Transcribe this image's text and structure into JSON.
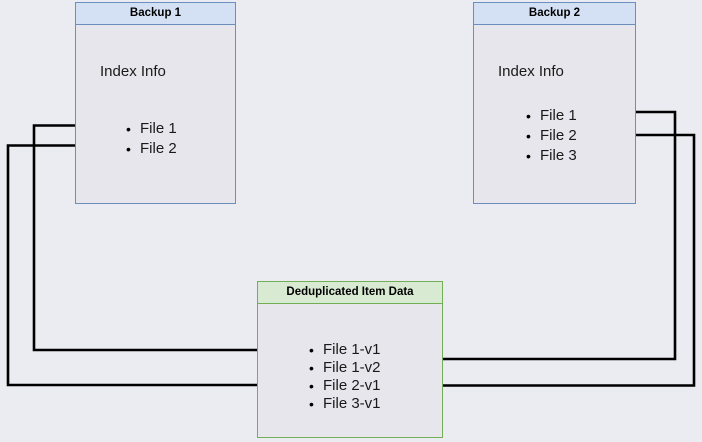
{
  "diagram": {
    "title_backup1": "Backup 1",
    "title_backup2": "Backup 2",
    "title_dedup": "Deduplicated Item Data",
    "index_info_label": "Index Info",
    "backup1_files": [
      "File 1",
      "File 2"
    ],
    "backup2_files": [
      "File 1",
      "File 2",
      "File 3"
    ],
    "dedup_items": [
      "File 1-v1",
      "File 1-v2",
      "File 2-v1",
      "File 3-v1"
    ],
    "colors": {
      "page_background": "#ebebf2",
      "backup_border": "#6c8ebf",
      "backup_header_fill": "#d4e1f5",
      "backup_body_fill": "#e7e6ec",
      "dedup_border": "#72ae54",
      "dedup_header_fill": "#d9ead3",
      "connector": "#000000",
      "text": "#1a1a1a"
    }
  }
}
